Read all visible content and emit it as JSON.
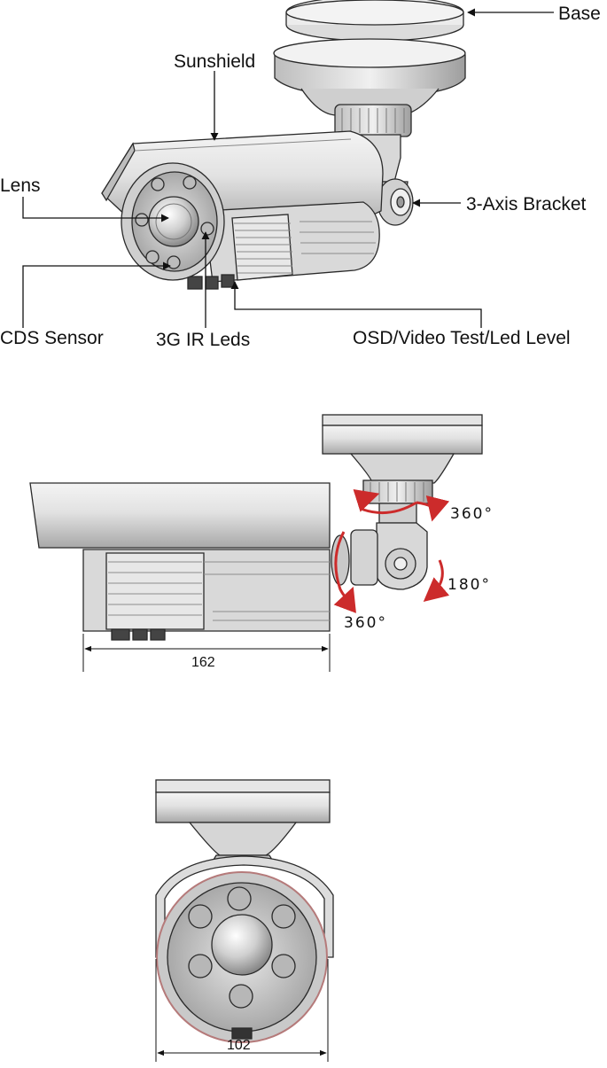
{
  "labels": {
    "base": "Base",
    "sunshield": "Sunshield",
    "lens": "Lens",
    "bracket": "3-Axis Bracket",
    "cds": "CDS Sensor",
    "leds": "3G IR Leds",
    "osd": "OSD/Video Test/Led Level"
  },
  "rotations": {
    "pan": "360°",
    "tilt": "180°",
    "roll": "360°"
  },
  "dimensions": {
    "length": "162",
    "width": "102"
  },
  "colors": {
    "body_light": "#e8e8e8",
    "body_mid": "#c9c9c9",
    "body_dark": "#9a9a9a",
    "outline": "#2a2a2a",
    "arrow_red": "#cc2b2b",
    "lens_ring": "#b57a7a"
  }
}
